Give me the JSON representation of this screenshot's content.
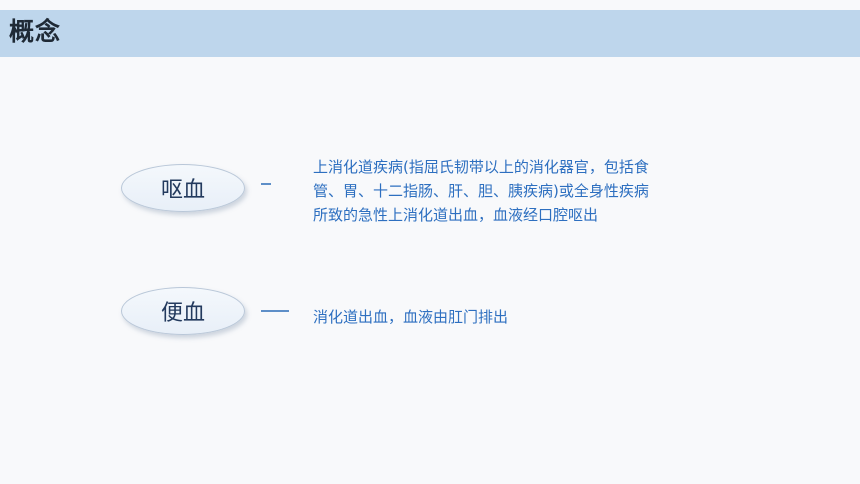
{
  "header": {
    "title": "概念"
  },
  "terms": [
    {
      "term": "呕血",
      "definition_lines": [
        "上消化道疾病(指屈氏韧带以上的消化器官，包括食",
        "管、胃、十二指肠、肝、胆、胰疾病)或全身性疾病",
        "所致的急性上消化道出血，血液经口腔呕出"
      ]
    },
    {
      "term": "便血",
      "definition_lines": [
        "消化道出血，血液由肛门排出"
      ]
    }
  ],
  "colors": {
    "header_band": "#bed6ec",
    "definition_text": "#2d6fc0",
    "term_text": "#233a5e",
    "connector": "#5e8fc8"
  }
}
